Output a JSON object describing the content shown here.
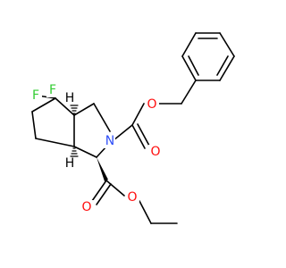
{
  "atoms": {
    "F1": {
      "symbol": "F",
      "color": "#33cc33"
    },
    "F2": {
      "symbol": "F",
      "color": "#33cc33"
    },
    "H1": {
      "symbol": "H",
      "color": "#000000"
    },
    "H2": {
      "symbol": "H",
      "color": "#000000"
    },
    "N": {
      "symbol": "N",
      "color": "#3050f8"
    },
    "O1": {
      "symbol": "O",
      "color": "#ff0d0d"
    },
    "O2": {
      "symbol": "O",
      "color": "#ff0d0d"
    },
    "O3": {
      "symbol": "O",
      "color": "#ff0d0d"
    },
    "O4": {
      "symbol": "O",
      "color": "#ff0d0d"
    }
  }
}
